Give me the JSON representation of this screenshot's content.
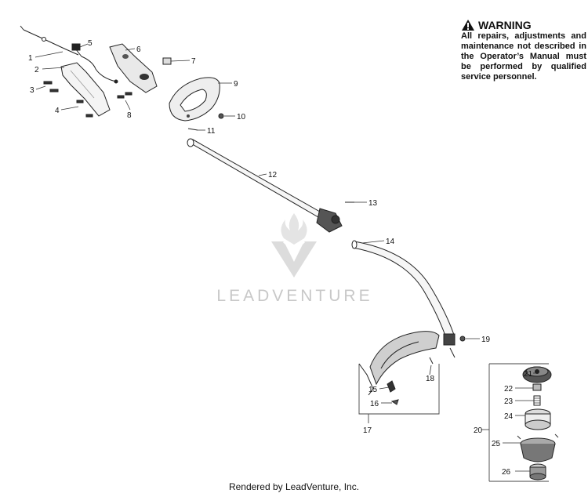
{
  "warning": {
    "heading": "WARNING",
    "icon": "warning-triangle-icon",
    "text": "All repairs, adjustments and maintenance not described in the Operator’s Manual must be performed by qualified service personnel."
  },
  "watermark": {
    "text": "LEADVENTURE",
    "icon": "leadventure-logo-icon"
  },
  "footer": "Rendered by LeadVenture, Inc.",
  "callouts": [
    "1",
    "2",
    "3",
    "4",
    "5",
    "6",
    "7",
    "8",
    "9",
    "10",
    "11",
    "12",
    "13",
    "14",
    "15",
    "16",
    "17",
    "18",
    "19",
    "20",
    "21",
    "22",
    "23",
    "24",
    "25",
    "26"
  ]
}
